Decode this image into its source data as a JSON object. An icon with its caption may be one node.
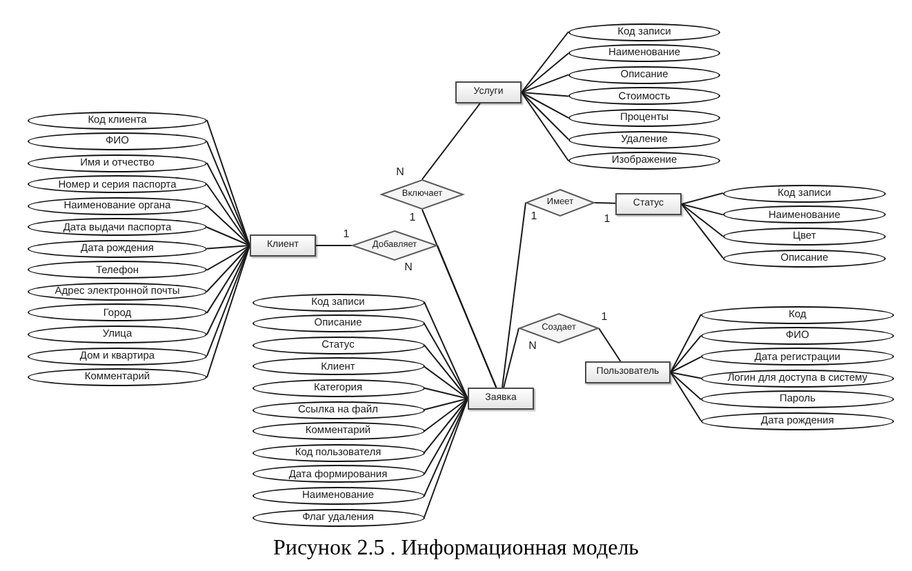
{
  "diagram": {
    "caption": "Рисунок 2.5 . Информационная модель",
    "nodes": [
      {
        "text": [
          "Услуги"
        ]
      },
      {
        "text": [
          "Код записи"
        ]
      },
      {
        "text": [
          "Наименование"
        ]
      },
      {
        "text": [
          "Описание"
        ]
      },
      {
        "text": [
          "Стоимость"
        ]
      },
      {
        "text": [
          "Проценты"
        ]
      },
      {
        "text": [
          "Удаление"
        ]
      },
      {
        "text": [
          "Изображение"
        ]
      },
      {
        "text": [
          "Клиент"
        ]
      },
      {
        "text": [
          "Код клиента"
        ]
      },
      {
        "text": [
          "ФИО"
        ]
      },
      {
        "text": [
          "Имя и отчество"
        ]
      },
      {
        "text": [
          "Номер и серия паспорта"
        ]
      },
      {
        "text": [
          "Наименование органа"
        ]
      },
      {
        "text": [
          "Дата выдачи паспорта"
        ]
      },
      {
        "text": [
          "Дата рождения"
        ]
      },
      {
        "text": [
          "Телефон"
        ]
      },
      {
        "text": [
          "Адрес электронной почты"
        ]
      },
      {
        "text": [
          "Город"
        ]
      },
      {
        "text": [
          "Улица"
        ]
      },
      {
        "text": [
          "Дом и квартира"
        ]
      },
      {
        "text": [
          "Комментарий"
        ]
      },
      {
        "text": [
          "Добавляет"
        ]
      },
      {
        "text": [
          "Включает"
        ]
      },
      {
        "text": [
          "Имеет"
        ]
      },
      {
        "text": [
          "Статус"
        ]
      },
      {
        "text": [
          "Код записи"
        ]
      },
      {
        "text": [
          "Наименование"
        ]
      },
      {
        "text": [
          "Цвет"
        ]
      },
      {
        "text": [
          "Описание"
        ]
      },
      {
        "text": [
          "Создает"
        ]
      },
      {
        "text": [
          "Пользователь"
        ]
      },
      {
        "text": [
          "Код"
        ]
      },
      {
        "text": [
          "ФИО"
        ]
      },
      {
        "text": [
          "Дата регистрации"
        ]
      },
      {
        "text": [
          "Логин для доступа в систему"
        ]
      },
      {
        "text": [
          "Пароль"
        ]
      },
      {
        "text": [
          "Дата рождения"
        ]
      },
      {
        "text": [
          "Заявка"
        ]
      },
      {
        "text": [
          "Код записи"
        ]
      },
      {
        "text": [
          "Описание"
        ]
      },
      {
        "text": [
          "Статус"
        ]
      },
      {
        "text": [
          "Клиент"
        ]
      },
      {
        "text": [
          "Категория"
        ]
      },
      {
        "text": [
          "Ссылка на файл"
        ]
      },
      {
        "text": [
          "Комментарий"
        ]
      },
      {
        "text": [
          "Код пользователя"
        ]
      },
      {
        "text": [
          "Дата формирования"
        ]
      },
      {
        "text": [
          "Наименование"
        ]
      },
      {
        "text": [
          "Флаг удаления"
        ]
      }
    ],
    "edges": [
      {
        "from": 8,
        "to": 22,
        "arrow": "none",
        "label": "1"
      },
      {
        "from": 38,
        "to": 22,
        "arrow": "none",
        "label": "N"
      },
      {
        "from": 0,
        "to": 23,
        "arrow": "none",
        "label": "N"
      },
      {
        "from": 38,
        "to": 23,
        "arrow": "none",
        "label": "1"
      },
      {
        "from": 38,
        "to": 24,
        "arrow": "none",
        "label": "1"
      },
      {
        "from": 25,
        "to": 24,
        "arrow": "none",
        "label": "1"
      },
      {
        "from": 31,
        "to": 30,
        "arrow": "none",
        "label": "1"
      },
      {
        "from": 38,
        "to": 30,
        "arrow": "none",
        "label": "N"
      },
      {
        "from": 0,
        "to": 1,
        "arrow": "none"
      },
      {
        "from": 0,
        "to": 2,
        "arrow": "none"
      },
      {
        "from": 0,
        "to": 3,
        "arrow": "none"
      },
      {
        "from": 0,
        "to": 4,
        "arrow": "none"
      },
      {
        "from": 0,
        "to": 5,
        "arrow": "none"
      },
      {
        "from": 0,
        "to": 6,
        "arrow": "none"
      },
      {
        "from": 0,
        "to": 7,
        "arrow": "none"
      },
      {
        "from": 8,
        "to": 9,
        "arrow": "none"
      },
      {
        "from": 8,
        "to": 10,
        "arrow": "none"
      },
      {
        "from": 8,
        "to": 11,
        "arrow": "none"
      },
      {
        "from": 8,
        "to": 12,
        "arrow": "none"
      },
      {
        "from": 8,
        "to": 13,
        "arrow": "none"
      },
      {
        "from": 8,
        "to": 14,
        "arrow": "none"
      },
      {
        "from": 8,
        "to": 15,
        "arrow": "none"
      },
      {
        "from": 8,
        "to": 16,
        "arrow": "none"
      },
      {
        "from": 8,
        "to": 17,
        "arrow": "none"
      },
      {
        "from": 8,
        "to": 18,
        "arrow": "none"
      },
      {
        "from": 8,
        "to": 19,
        "arrow": "none"
      },
      {
        "from": 8,
        "to": 20,
        "arrow": "none"
      },
      {
        "from": 8,
        "to": 21,
        "arrow": "none"
      },
      {
        "from": 25,
        "to": 26,
        "arrow": "none"
      },
      {
        "from": 25,
        "to": 27,
        "arrow": "none"
      },
      {
        "from": 25,
        "to": 28,
        "arrow": "none"
      },
      {
        "from": 25,
        "to": 29,
        "arrow": "none"
      },
      {
        "from": 31,
        "to": 32,
        "arrow": "none"
      },
      {
        "from": 31,
        "to": 33,
        "arrow": "none"
      },
      {
        "from": 31,
        "to": 34,
        "arrow": "none"
      },
      {
        "from": 31,
        "to": 35,
        "arrow": "none"
      },
      {
        "from": 31,
        "to": 36,
        "arrow": "none"
      },
      {
        "from": 31,
        "to": 37,
        "arrow": "none"
      },
      {
        "from": 38,
        "to": 39,
        "arrow": "none"
      },
      {
        "from": 38,
        "to": 40,
        "arrow": "none"
      },
      {
        "from": 38,
        "to": 41,
        "arrow": "none"
      },
      {
        "from": 38,
        "to": 42,
        "arrow": "none"
      },
      {
        "from": 38,
        "to": 43,
        "arrow": "none"
      },
      {
        "from": 38,
        "to": 44,
        "arrow": "none"
      },
      {
        "from": 38,
        "to": 45,
        "arrow": "none"
      },
      {
        "from": 38,
        "to": 46,
        "arrow": "none"
      },
      {
        "from": 38,
        "to": 47,
        "arrow": "none"
      },
      {
        "from": 38,
        "to": 48,
        "arrow": "none"
      },
      {
        "from": 38,
        "to": 49,
        "arrow": "none"
      }
    ]
  }
}
